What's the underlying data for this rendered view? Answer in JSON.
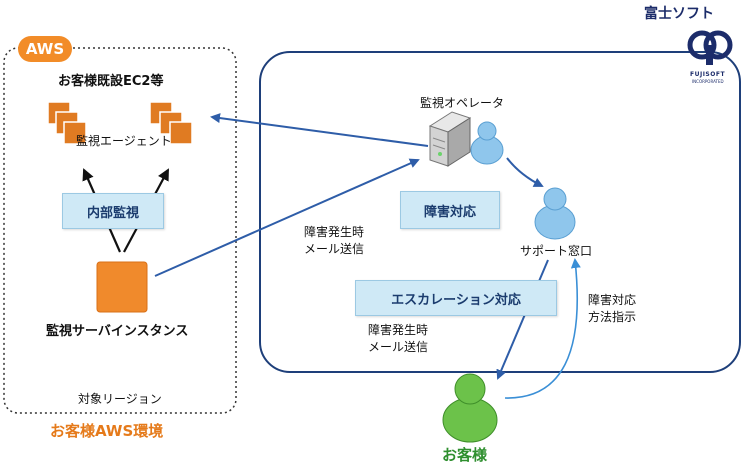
{
  "brand": {
    "name_jp": "富士ソフト",
    "logo_text": "FUJISOFT",
    "logo_subtext": "INCORPORATED"
  },
  "aws": {
    "badge": "AWS",
    "ec2_title": "お客様既設EC2等",
    "agent_label": "監視エージェント",
    "internal_monitoring": "内部監視",
    "server_label": "監視サーバインスタンス",
    "region_label": "対象リージョン",
    "env_label": "お客様AWS環境"
  },
  "fujisoft": {
    "operator_label": "監視オペレータ",
    "incident_response": "障害対応",
    "support_label": "サポート窓口",
    "escalation": "エスカレーション対応"
  },
  "annotations": {
    "mail_notify_1": [
      "障害発生時",
      "メール送信"
    ],
    "mail_notify_2": [
      "障害発生時",
      "メール送信"
    ],
    "response_instruction": [
      "障害対応",
      "方法指示"
    ]
  },
  "customer": {
    "label": "お客様"
  },
  "colors": {
    "aws_orange": "#f28c28",
    "arrow_blue": "#2e5da8",
    "box_light_blue": "#cfe9f6",
    "customer_green": "#6cc24a",
    "person_blue": "#8fc6ec"
  }
}
